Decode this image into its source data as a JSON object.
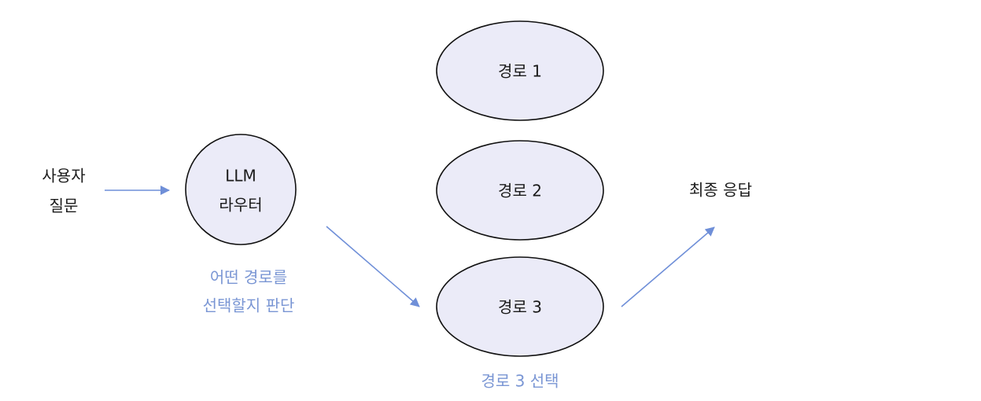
{
  "colors": {
    "arrow": "#6f8fd8",
    "annotation": "#7a96d4",
    "node_fill": "#ebebf8",
    "node_stroke": "#111111",
    "text": "#1a1a1a"
  },
  "input": {
    "line1": "사용자",
    "line2": "질문"
  },
  "router": {
    "line1": "LLM",
    "line2": "라우터"
  },
  "router_note": {
    "line1": "어떤 경로를",
    "line2": "선택할지 판단"
  },
  "routes": [
    {
      "label": "경로 1"
    },
    {
      "label": "경로 2"
    },
    {
      "label": "경로 3"
    }
  ],
  "route_note": "경로 3 선택",
  "output": "최종 응답"
}
